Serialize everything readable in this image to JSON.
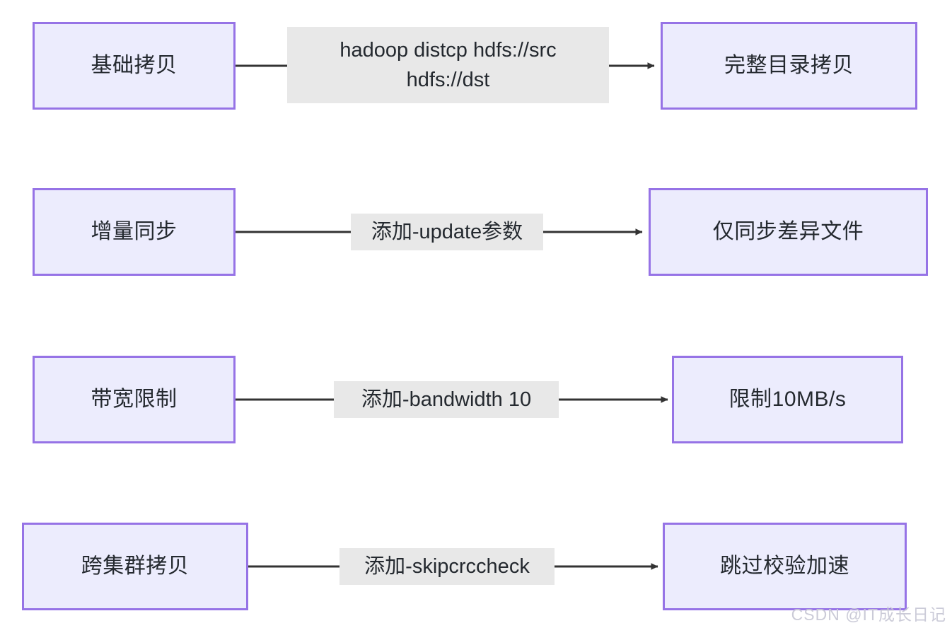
{
  "diagram": {
    "type": "flowchart",
    "direction": "left-to-right",
    "theme": {
      "node_fill": "#ececfd",
      "node_border": "#9673e6",
      "node_text": "#24292f",
      "edge_line": "#333333",
      "edge_label_bg": "#e8e8e8",
      "page_bg": "#ffffff",
      "watermark_color": "#c9c9d6"
    },
    "rows": [
      {
        "source": {
          "label": "基础拷贝"
        },
        "edge": {
          "lines": [
            "hadoop distcp hdfs://src",
            "hdfs://dst"
          ]
        },
        "target": {
          "label": "完整目录拷贝"
        }
      },
      {
        "source": {
          "label": "增量同步"
        },
        "edge": {
          "lines": [
            "添加-update参数"
          ]
        },
        "target": {
          "label": "仅同步差异文件"
        }
      },
      {
        "source": {
          "label": "带宽限制"
        },
        "edge": {
          "lines": [
            "添加-bandwidth 10"
          ]
        },
        "target": {
          "label": "限制10MB/s"
        }
      },
      {
        "source": {
          "label": "跨集群拷贝"
        },
        "edge": {
          "lines": [
            "添加-skipcrccheck"
          ]
        },
        "target": {
          "label": "跳过校验加速"
        }
      }
    ],
    "watermark": "CSDN @IT成长日记"
  }
}
